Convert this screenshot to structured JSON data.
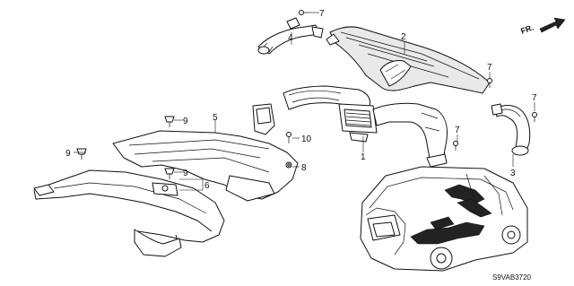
{
  "diagram": {
    "callouts": {
      "c1": "1",
      "c2": "2",
      "c3": "3",
      "c4": "4",
      "c5": "5",
      "c6": "6",
      "c7a": "7",
      "c7b": "7",
      "c7c": "7",
      "c7d": "7",
      "c8": "8",
      "c9a": "9",
      "c9b": "9",
      "c9c": "9",
      "c10": "10"
    },
    "front_indicator": "FR.",
    "diagram_code": "S9VAB3720"
  }
}
